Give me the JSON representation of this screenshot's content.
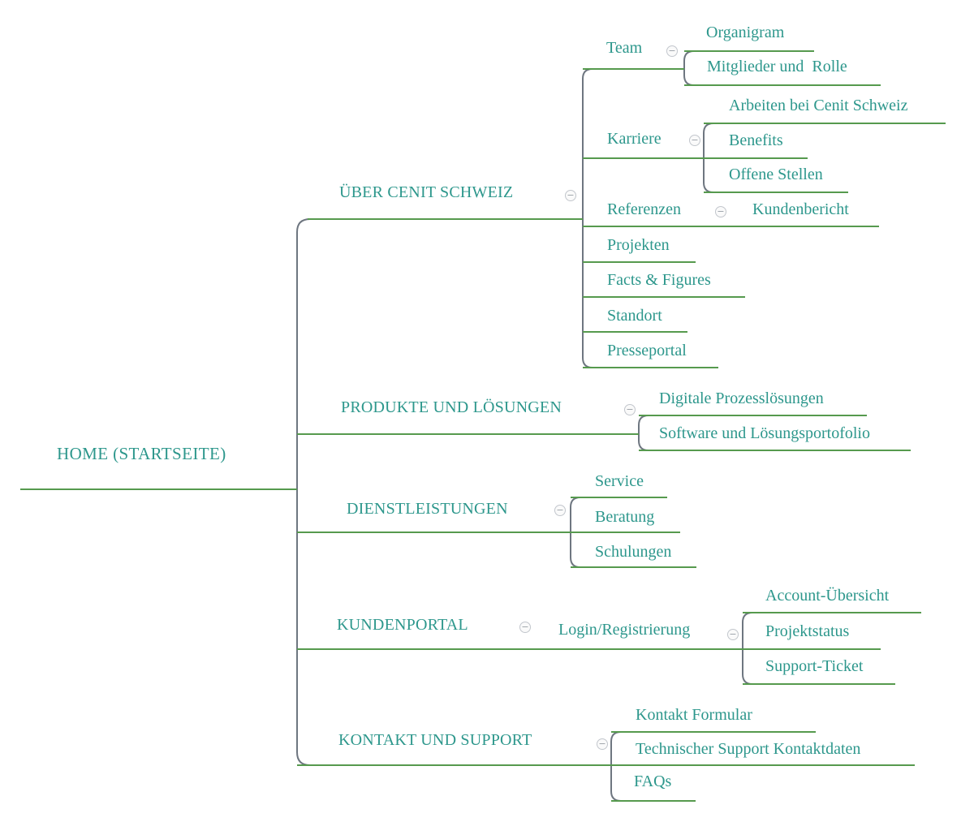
{
  "diagram": {
    "type": "mindmap-sitemap",
    "colors": {
      "node_text": "#2D978C",
      "underline_green": "#569A4E",
      "connector_gray": "#6E7680",
      "collapse_icon_border": "#C2C6CC",
      "collapse_icon_fill": "#FAFAFA",
      "collapse_icon_glyph": "#9AA0A8",
      "background": "#FFFFFF"
    }
  },
  "icons": {
    "collapse_glyph": "−"
  },
  "tree": {
    "label": "HOME (STARTSEITE)",
    "children": [
      {
        "label": "ÜBER CENIT SCHWEIZ",
        "collapsed": false,
        "children": [
          {
            "label": "Team",
            "collapsed": false,
            "children": [
              {
                "label": "Organigram"
              },
              {
                "label": "Mitglieder und  Rolle"
              }
            ]
          },
          {
            "label": "Karriere",
            "collapsed": false,
            "children": [
              {
                "label": "Arbeiten bei Cenit Schweiz"
              },
              {
                "label": "Benefits"
              },
              {
                "label": "Offene Stellen"
              }
            ]
          },
          {
            "label": "Referenzen",
            "collapsed": false,
            "children": [
              {
                "label": "Kundenbericht"
              }
            ]
          },
          {
            "label": "Projekten"
          },
          {
            "label": "Facts & Figures"
          },
          {
            "label": "Standort"
          },
          {
            "label": "Presseportal"
          }
        ]
      },
      {
        "label": "PRODUKTE UND LÖSUNGEN",
        "collapsed": false,
        "children": [
          {
            "label": "Digitale Prozesslösungen"
          },
          {
            "label": "Software und Lösungsportofolio"
          }
        ]
      },
      {
        "label": "DIENSTLEISTUNGEN",
        "collapsed": false,
        "children": [
          {
            "label": "Service"
          },
          {
            "label": "Beratung"
          },
          {
            "label": "Schulungen"
          }
        ]
      },
      {
        "label": "KUNDENPORTAL",
        "collapsed": false,
        "children": [
          {
            "label": "Login/Registrierung",
            "collapsed": false,
            "children": [
              {
                "label": "Account-Übersicht"
              },
              {
                "label": "Projektstatus"
              },
              {
                "label": "Support-Ticket"
              }
            ]
          }
        ]
      },
      {
        "label": "KONTAKT UND SUPPORT",
        "collapsed": false,
        "children": [
          {
            "label": "Kontakt Formular"
          },
          {
            "label": "Technischer Support Kontaktdaten"
          },
          {
            "label": "FAQs"
          }
        ]
      }
    ]
  }
}
